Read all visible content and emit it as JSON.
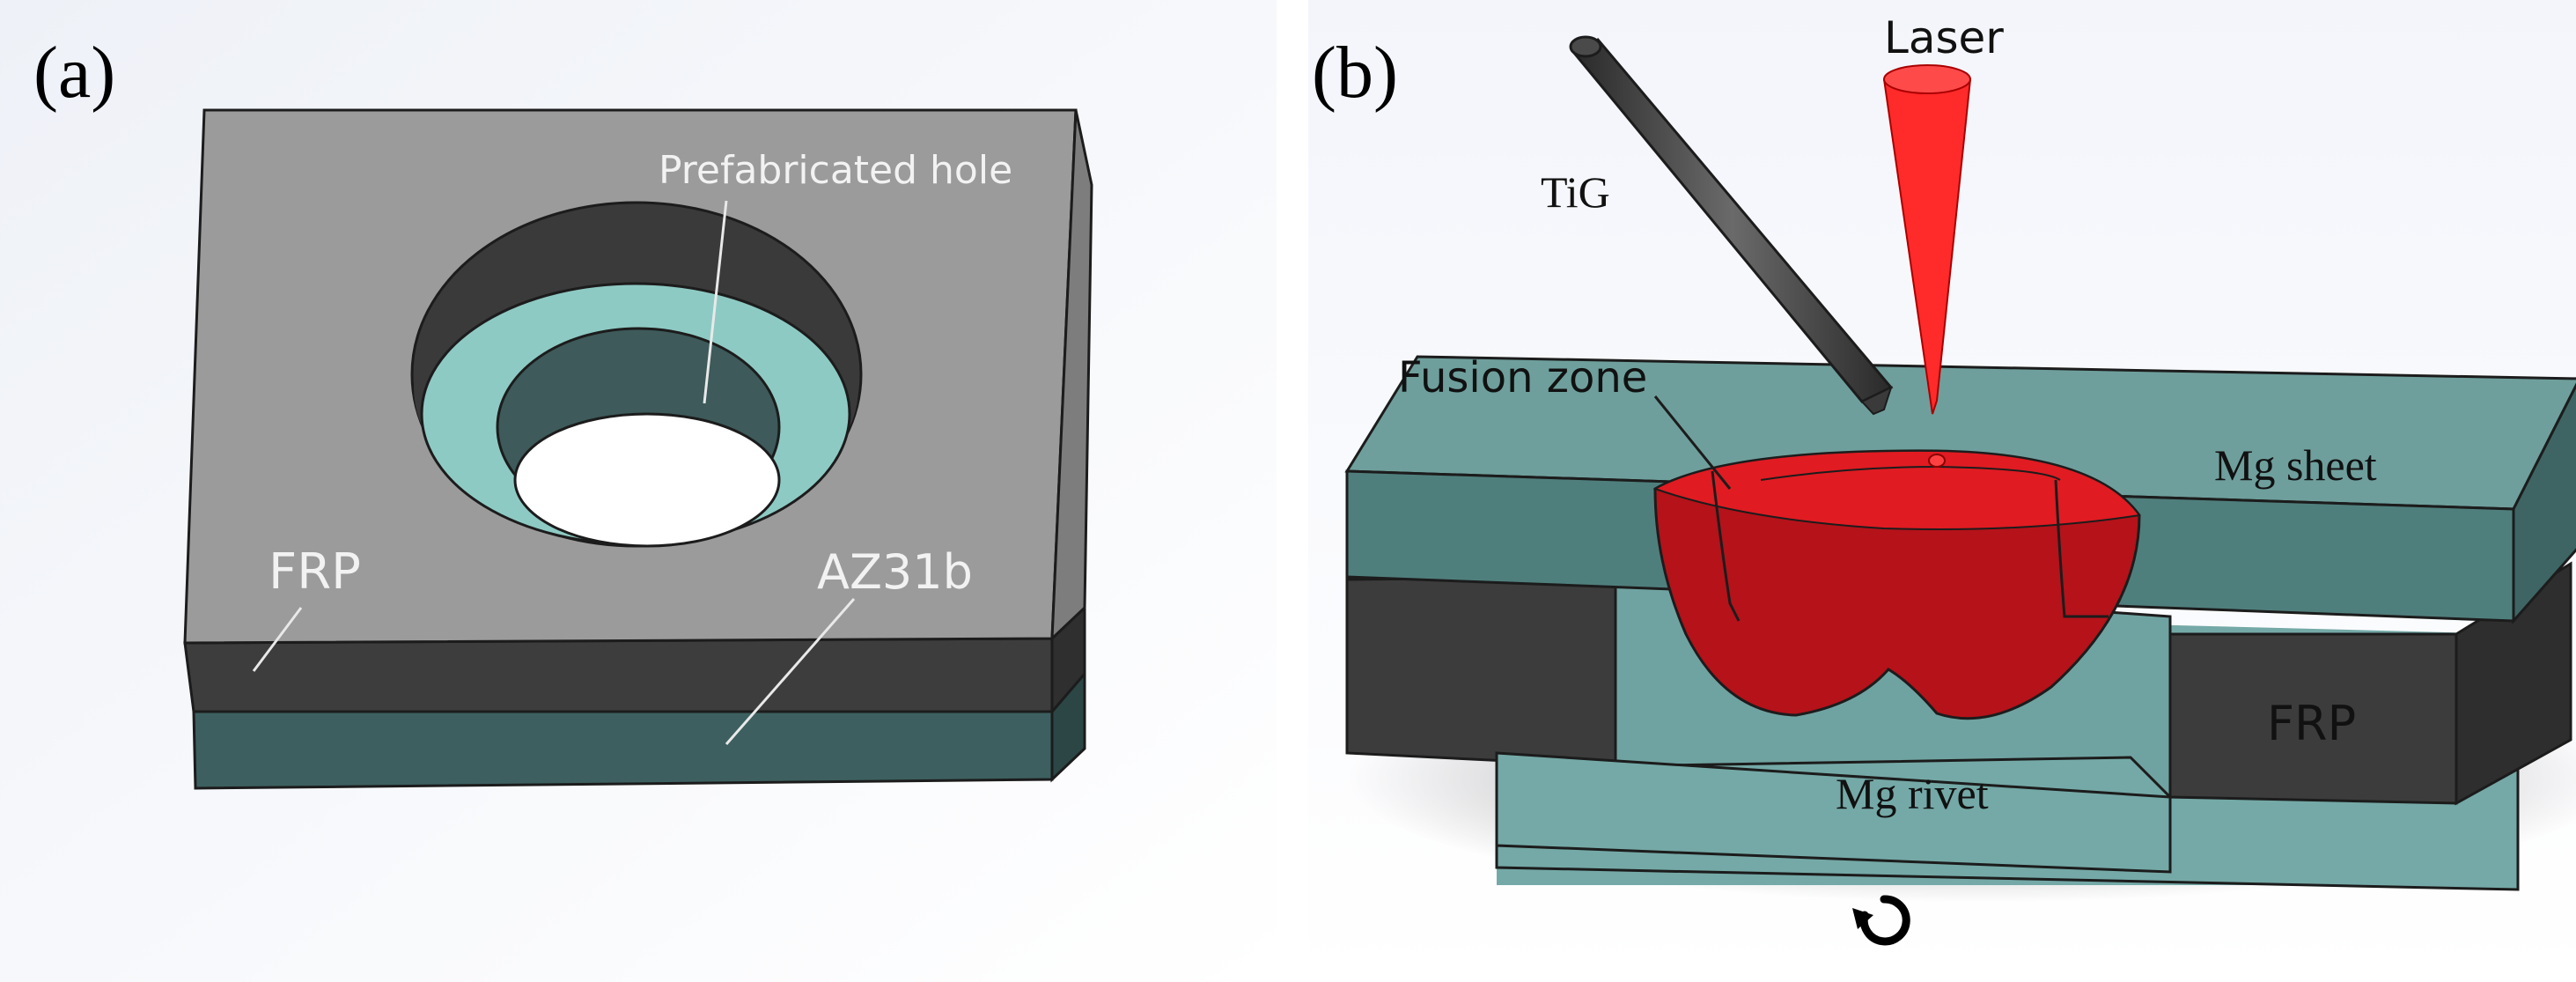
{
  "panels": [
    {
      "id": "a",
      "label": "(a)",
      "annotations": {
        "prefabricated_hole": "Prefabricated hole",
        "frp": "FRP",
        "az31b": "AZ31b"
      }
    },
    {
      "id": "b",
      "label": "(b)",
      "annotations": {
        "laser": "Laser",
        "tig": "TiG",
        "fusion_zone": "Fusion zone",
        "mg_sheet": "Mg sheet",
        "frp": "FRP",
        "mg_rivet": "Mg rivet"
      }
    }
  ],
  "icons": {
    "rotate": "rotate-icon"
  },
  "colors": {
    "frp_gray_top": "#9b9b9b",
    "frp_dark": "#3c3c3c",
    "az31b_teal": "#3d5f5f",
    "hole_teal": "#8ecac4",
    "mg_teal": "#74a9a7",
    "fusion_red": "#c0121a",
    "laser_red": "#ff2a2a"
  }
}
